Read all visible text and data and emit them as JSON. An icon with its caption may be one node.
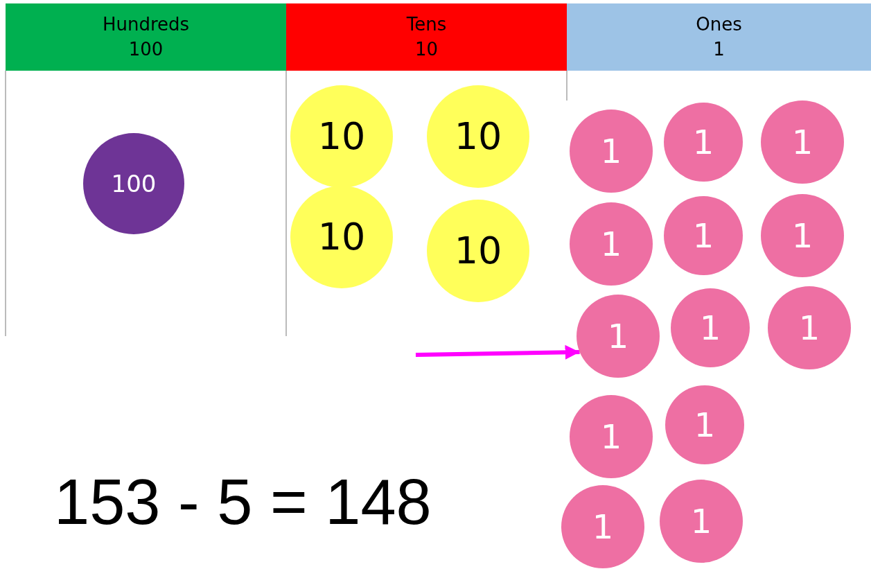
{
  "diagram": {
    "nodes": [
      {
        "text": [
          "Hundreds",
          "100"
        ]
      },
      {
        "text": [
          "Tens",
          "10"
        ]
      },
      {
        "text": [
          "Ones",
          "1"
        ]
      },
      {
        "text": [
          "100"
        ]
      },
      {
        "text": [
          "10"
        ]
      },
      {
        "text": [
          "10"
        ]
      },
      {
        "text": [
          "10"
        ]
      },
      {
        "text": [
          "10"
        ]
      },
      {
        "text": [
          "1"
        ]
      },
      {
        "text": [
          "1"
        ]
      },
      {
        "text": [
          "1"
        ]
      },
      {
        "text": [
          "1"
        ]
      },
      {
        "text": [
          "1"
        ]
      },
      {
        "text": [
          "1"
        ]
      },
      {
        "text": [
          "1"
        ]
      },
      {
        "text": [
          "1"
        ]
      },
      {
        "text": [
          "1"
        ]
      },
      {
        "text": [
          "1"
        ]
      },
      {
        "text": [
          "1"
        ]
      },
      {
        "text": [
          "1"
        ]
      },
      {
        "text": [
          "1"
        ]
      }
    ],
    "edges": [
      {
        "from": null,
        "to": 14,
        "arrow": "to",
        "color": "#ff00ff"
      }
    ],
    "labels": [
      "153 - 5 = 148"
    ]
  }
}
